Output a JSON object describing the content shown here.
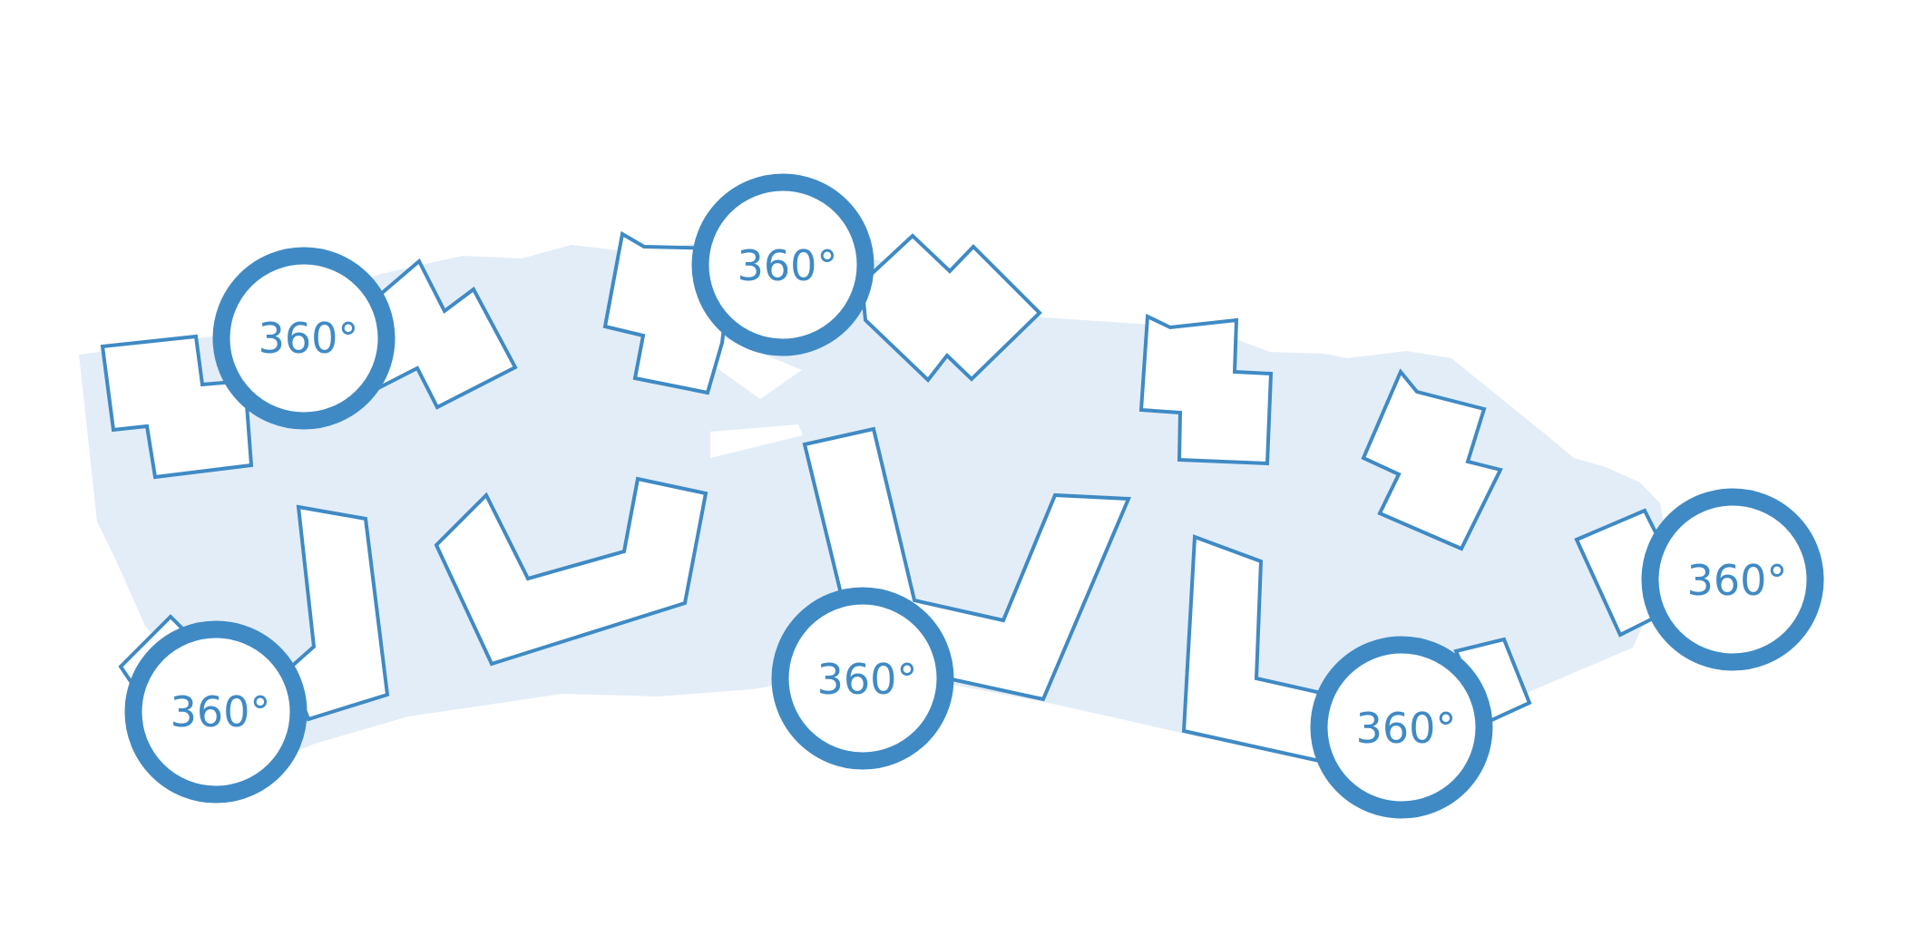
{
  "panorama_markers": [
    {
      "id": "pano-1",
      "label": "360°"
    },
    {
      "id": "pano-2",
      "label": "360°"
    },
    {
      "id": "pano-3",
      "label": "360°"
    },
    {
      "id": "pano-4",
      "label": "360°"
    },
    {
      "id": "pano-5",
      "label": "360°"
    },
    {
      "id": "pano-6",
      "label": "360°"
    }
  ],
  "colors": {
    "accent": "#3f8ac4",
    "site_fill": "#e3edf7",
    "building_fill": "#ffffff",
    "background": "#ffffff"
  },
  "icons": [
    "panorama-360-icon"
  ]
}
